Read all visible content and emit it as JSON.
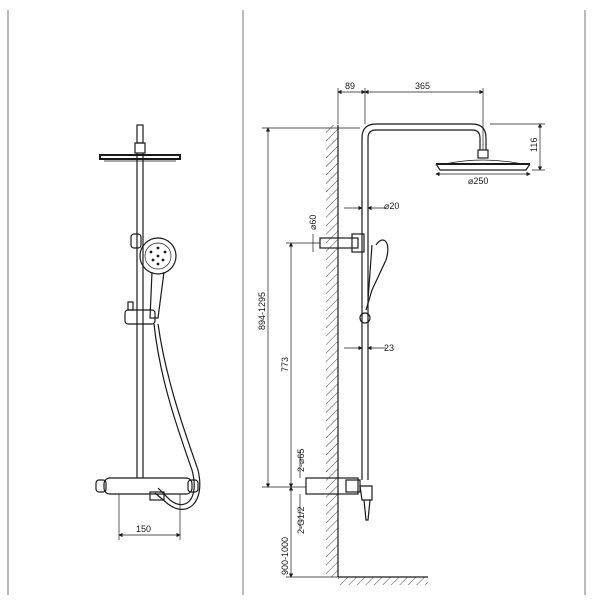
{
  "dimensions": {
    "wall_offset": "89",
    "arm_length": "365",
    "head_height": "116",
    "head_diameter": "⌀250",
    "pipe_diameter": "⌀20",
    "holder_diameter": "⌀60",
    "adjustable_height": "894-1295",
    "holder_height": "773",
    "rail_width": "23",
    "outlet_spacing": "2-⌀65",
    "inlet_thread": "2-G1/2",
    "mount_height": "900-1000",
    "inlet_spacing": "150"
  }
}
